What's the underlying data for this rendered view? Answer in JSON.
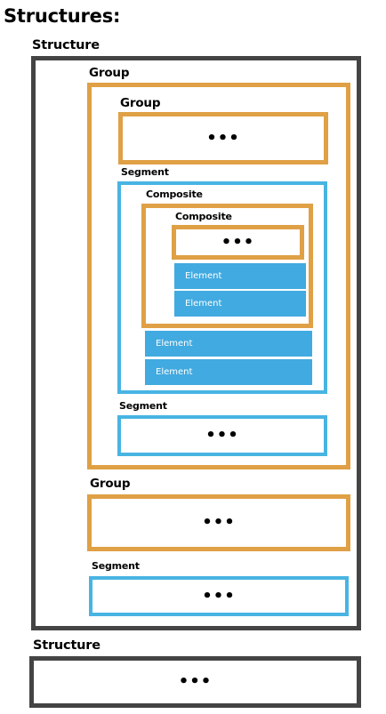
{
  "title": "Structures:",
  "labels": {
    "structure": "Structure",
    "group": "Group",
    "segment": "Segment",
    "composite": "Composite",
    "element": "Element",
    "ellipsis": "•••"
  },
  "colors": {
    "structure_border": "#444444",
    "group_border": "#e0a045",
    "segment_border": "#48b4e2",
    "element_fill": "#41aae0"
  }
}
